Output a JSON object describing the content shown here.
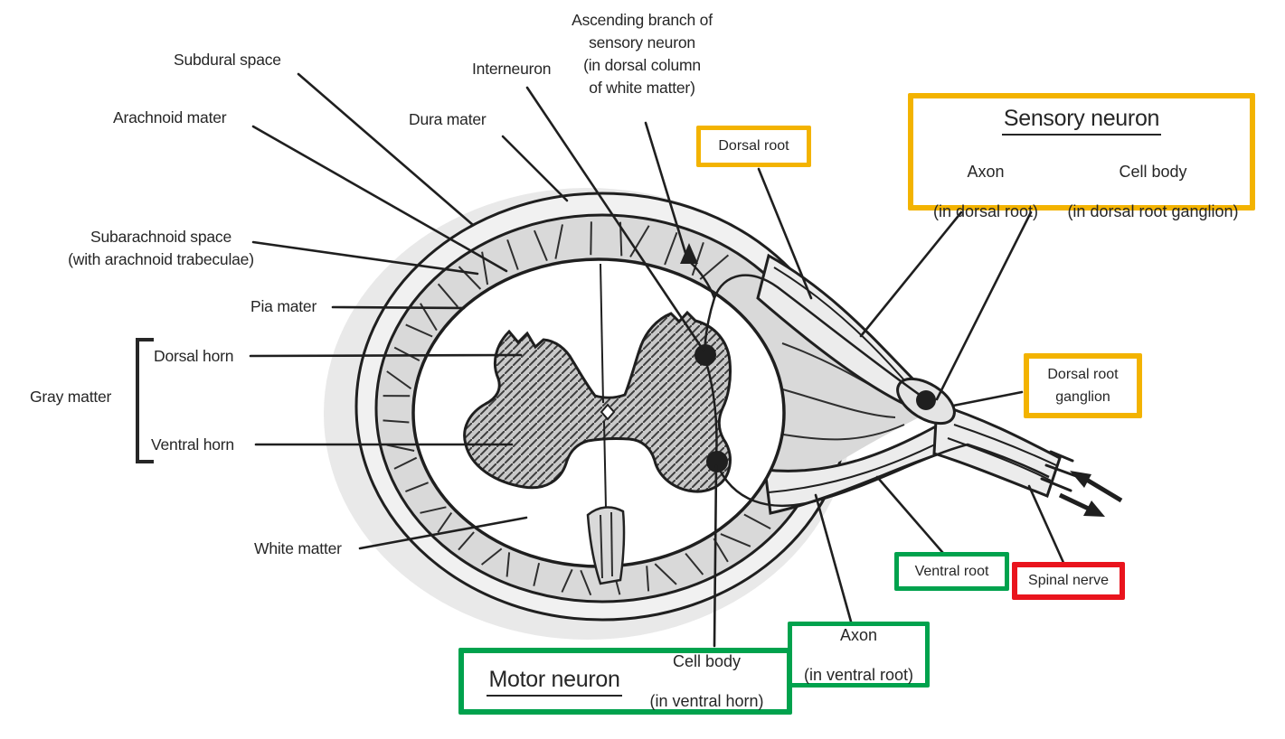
{
  "colors": {
    "accent-yellow": "#f3b300",
    "accent-green": "#00a24d",
    "accent-red": "#e9141d",
    "ink": "#262626"
  },
  "labels": {
    "subdural_space": "Subdural space",
    "arachnoid_mater": "Arachnoid mater",
    "dura_mater": "Dura mater",
    "interneuron": "Interneuron",
    "ascending_branch": "Ascending branch of\nsensory neuron\n(in dorsal column\nof white matter)",
    "subarachnoid_space": "Subarachnoid space\n(with arachnoid trabeculae)",
    "pia_mater": "Pia mater",
    "gray_matter": "Gray matter",
    "dorsal_horn": "Dorsal horn",
    "ventral_horn": "Ventral horn",
    "white_matter": "White matter"
  },
  "boxed_labels": {
    "dorsal_root": "Dorsal root",
    "dorsal_root_ganglion": "Dorsal root\nganglion",
    "ventral_root": "Ventral root",
    "spinal_nerve": "Spinal nerve"
  },
  "sensory_neuron_box": {
    "title": "Sensory neuron",
    "axon_label": "Axon",
    "axon_sub": "(in dorsal root)",
    "cell_body_label": "Cell body",
    "cell_body_sub": "(in dorsal root ganglion)"
  },
  "motor_neuron_box": {
    "title": "Motor neuron",
    "cell_body_label": "Cell body",
    "cell_body_sub": "(in ventral horn)",
    "axon_label": "Axon",
    "axon_sub": "(in ventral root)"
  }
}
